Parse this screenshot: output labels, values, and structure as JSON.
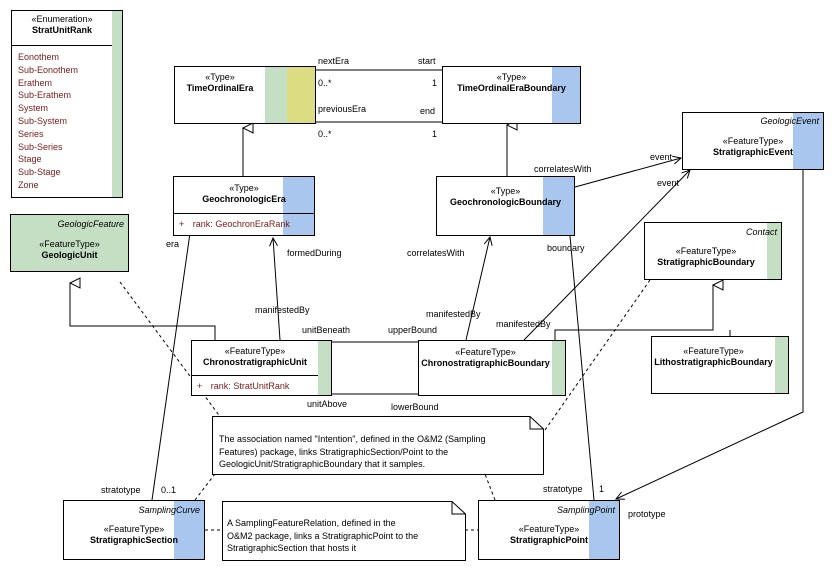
{
  "enumeration": {
    "stereotype": "«Enumeration»",
    "name": "StratUnitRank",
    "literals": [
      "Eonothem",
      "Sub-Eonothem",
      "Erathem",
      "Sub-Erathem",
      "System",
      "Sub-System",
      "Series",
      "Sub-Series",
      "Stage",
      "Sub-Stage",
      "Zone"
    ]
  },
  "classes": {
    "time_ordinal_era": {
      "stereotype": "«Type»",
      "name": "TimeOrdinalEra"
    },
    "time_ordinal_era_boundary": {
      "stereotype": "«Type»",
      "name": "TimeOrdinalEraBoundary"
    },
    "geologic_event": {
      "tag": "GeologicEvent",
      "stereotype": "«FeatureType»",
      "name": "StratigraphicEvent"
    },
    "geochronologic_era": {
      "stereotype": "«Type»",
      "name": "GeochronologicEra",
      "attr_vis": "+",
      "attr_name": "rank:",
      "attr_type": "GeochronEraRank"
    },
    "geochronologic_boundary": {
      "stereotype": "«Type»",
      "name": "GeochronologicBoundary"
    },
    "geologic_unit": {
      "tag": "GeologicFeature",
      "stereotype": "«FeatureType»",
      "name": "GeologicUnit"
    },
    "stratigraphic_boundary": {
      "tag": "Contact",
      "stereotype": "«FeatureType»",
      "name": "StratigraphicBoundary"
    },
    "chronostratigraphic_unit": {
      "stereotype": "«FeatureType»",
      "name": "ChronostratigraphicUnit",
      "attr_vis": "+",
      "attr_name": "rank:",
      "attr_type": "StratUnitRank"
    },
    "chronostratigraphic_boundary": {
      "stereotype": "«FeatureType»",
      "name": "ChronostratigraphicBoundary"
    },
    "lithostratigraphic_boundary": {
      "stereotype": "«FeatureType»",
      "name": "LithostratigraphicBoundary"
    },
    "stratigraphic_section": {
      "tag": "SamplingCurve",
      "stereotype": "«FeatureType»",
      "name": "StratigraphicSection"
    },
    "stratigraphic_point": {
      "tag": "SamplingPoint",
      "stereotype": "«FeatureType»",
      "name": "StratigraphicPoint"
    }
  },
  "labels": {
    "next_era": "nextEra",
    "start": "start",
    "mult_next": "0..*",
    "mult_start": "1",
    "previous_era": "previousEra",
    "end": "end",
    "mult_prev": "0..*",
    "mult_end": "1",
    "correlates_with_top": "correlatesWith",
    "event1": "event",
    "event2": "event",
    "era": "era",
    "formed_during": "formedDuring",
    "correlates_with_mid": "correlatesWith",
    "boundary": "boundary",
    "manifested_by_left": "manifestedBy",
    "manifested_by_mid": "manifestedBy",
    "manifested_by_right": "manifestedBy",
    "unit_beneath": "unitBeneath",
    "upper_bound": "upperBound",
    "unit_above": "unitAbove",
    "lower_bound": "lowerBound",
    "stratotype_left": "stratotype",
    "mult_0_1": "0..1",
    "stratotype_right": "stratotype",
    "mult_1": "1",
    "prototype": "prototype"
  },
  "notes": {
    "intention": [
      "The association named \"Intention\", defined in the O&M2 (Sampling",
      "Features) package, links StratigraphicSection/Point to the",
      "GeologicUnit/StratigraphicBoundary that it samples."
    ],
    "relation": [
      "A SamplingFeatureRelation, defined in the",
      "O&M2 package, links a StratigraphicPoint to the",
      "StratigraphicSection that hosts it"
    ]
  },
  "colors": {
    "blue": "#a9c7ee",
    "green": "#c4dfc4",
    "yellow": "#dcdc82",
    "gold_text": "#7a1a1a"
  }
}
